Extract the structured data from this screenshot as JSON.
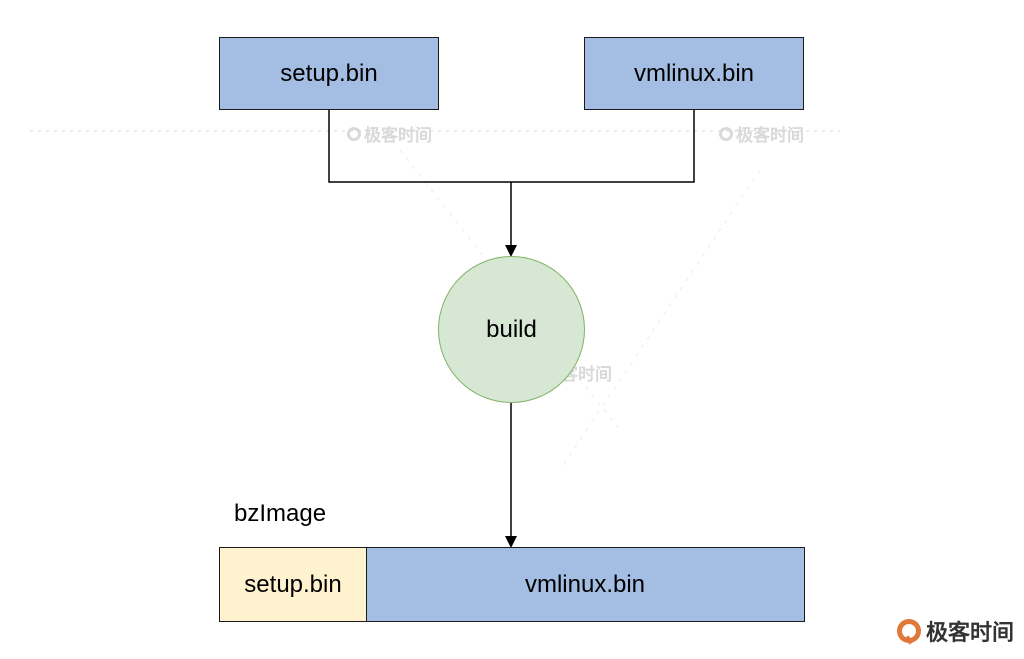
{
  "diagram": {
    "inputs": {
      "setup": "setup.bin",
      "vmlinux": "vmlinux.bin"
    },
    "process": "build",
    "output": {
      "title": "bzImage",
      "segments": [
        "setup.bin",
        "vmlinux.bin"
      ]
    }
  },
  "watermark": "极客时间",
  "brand": {
    "name": "极客时间",
    "icon": "geektime-logo-icon",
    "color": "#e0783a"
  },
  "colors": {
    "box_blue": "#a4bde2",
    "box_yellow": "#fff3cf",
    "circle_fill": "#d6e8d4",
    "circle_border": "#82b366"
  }
}
